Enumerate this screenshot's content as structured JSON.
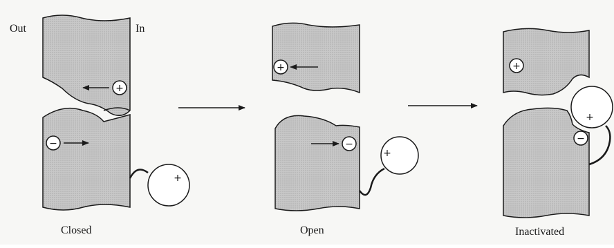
{
  "labels": {
    "out": "Out",
    "in": "In",
    "closed": "Closed",
    "open": "Open",
    "inactivated": "Inactivated"
  },
  "signs": {
    "plus": "+",
    "minus": "−"
  },
  "colors": {
    "protein_fill": "#bdbdbd",
    "stroke": "#1a1a1a",
    "background": "#f7f7f5",
    "ball_fill": "#ffffff"
  }
}
